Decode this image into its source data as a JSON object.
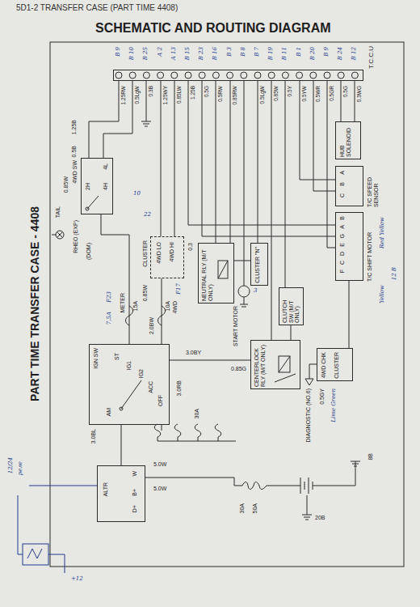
{
  "diagram": {
    "title": "SCHEMATIC AND ROUTING DIAGRAM",
    "nodes": [
      {
        "text": [
          "T.C.C.U"
        ]
      },
      {
        "text": [
          "4WD SW",
          "4L",
          "4H",
          "2H"
        ]
      },
      {
        "text": [
          "CLUSTER",
          "4WD LO",
          "4WD HI"
        ]
      },
      {
        "text": [
          "NEUTRAL RLY (M/T ONLY)"
        ]
      },
      {
        "text": [
          "CLUSTER \"N\""
        ]
      },
      {
        "text": [
          "HUB SOLENOID"
        ]
      },
      {
        "text": [
          "T/C SPEED SENSOR",
          "A",
          "B",
          "C"
        ]
      },
      {
        "text": [
          "T/C SHIFT MOTOR",
          "B",
          "A",
          "G",
          "E",
          "D",
          "C",
          "F"
        ]
      },
      {
        "text": [
          "CLUTCH SW (M/T ONLY)"
        ]
      },
      {
        "text": [
          "CENTERLOCK RLY (M/T ONLY)"
        ]
      },
      {
        "text": [
          "IGN SW",
          "ST",
          "IG1",
          "IG2",
          "ACC",
          "OFF",
          "AM"
        ]
      },
      {
        "text": [
          "4WD CHK",
          "CLUSTER"
        ]
      },
      {
        "text": [
          "ALTR",
          "W",
          "B+",
          "D+"
        ]
      }
    ],
    "edges": [
      {
        "from": 0,
        "to": 1,
        "arrow": "none"
      },
      {
        "from": 0,
        "to": 1,
        "arrow": "none"
      },
      {
        "from": 0,
        "to": 2,
        "arrow": "none"
      },
      {
        "from": 0,
        "to": 2,
        "arrow": "none"
      },
      {
        "from": 0,
        "to": 3,
        "arrow": "none"
      },
      {
        "from": 0,
        "to": 3,
        "arrow": "none"
      },
      {
        "from": 0,
        "to": 4,
        "arrow": "none"
      },
      {
        "from": 0,
        "to": 9,
        "arrow": "none"
      },
      {
        "from": 0,
        "to": 8,
        "arrow": "none"
      },
      {
        "from": 0,
        "to": 6,
        "arrow": "none"
      },
      {
        "from": 0,
        "to": 6,
        "arrow": "none"
      },
      {
        "from": 0,
        "to": 7,
        "arrow": "none"
      },
      {
        "from": 0,
        "to": 7,
        "arrow": "none"
      },
      {
        "from": 0,
        "to": 7,
        "arrow": "none"
      },
      {
        "from": 0,
        "to": 5,
        "arrow": "none"
      },
      {
        "from": 0,
        "to": 5,
        "arrow": "none"
      },
      {
        "from": 7,
        "to": 11,
        "arrow": "none"
      },
      {
        "from": 10,
        "to": 2,
        "arrow": "none"
      },
      {
        "from": 10,
        "to": 9,
        "arrow": "none"
      },
      {
        "from": 3,
        "to": 4,
        "arrow": "none"
      },
      {
        "from": 9,
        "to": 8,
        "arrow": "none"
      },
      {
        "from": 12,
        "to": 10,
        "arrow": "none"
      },
      {
        "from": 10,
        "to": 1,
        "arrow": "none"
      }
    ],
    "labels": [
      "5D1-2 TRANSFER CASE (PART TIME 4408)",
      "PART TIME TRANSFER CASE - 4408",
      "B 9",
      "B 10",
      "B 25",
      "A 2",
      "A 13",
      "B 15",
      "B 23",
      "B 16",
      "B 3",
      "B 8",
      "B 7",
      "B 19",
      "B 11",
      "B 1",
      "B 20",
      "B 9",
      "B 24",
      "B 12",
      "1.25RW",
      "0.5LgW",
      "0.3B",
      "1.25WY",
      "0.85LW",
      "1.25B",
      "0.5G",
      "0.5RW",
      "0.85RW",
      "0.5LgW",
      "0.85W",
      "0.5Y",
      "0.5YW",
      "0.5WR",
      "0.5GR",
      "0.5G",
      "0.3WG",
      "1.25B",
      "0.5B",
      "TAIL",
      "0.85W",
      "RHEO (EXP)",
      "(DOM)",
      "10",
      "22",
      "0.85W",
      "0.3",
      "START MOTOR",
      "3",
      "15A",
      "METER",
      "F23",
      "7,5A",
      "10A",
      "4WD",
      "F17",
      "2.0BW",
      "3.0BY",
      "3.0RB",
      "3.0BL",
      "0.85G",
      "DIAGNOSTIC (NO.6)",
      "0.5GY",
      "Lime Green",
      "Red Yellow",
      "Yellow",
      "12 В",
      "30A",
      "5.0W",
      "5.0W",
      "30A",
      "50A",
      "8B",
      "20B",
      "12/24",
      "реле",
      "+12"
    ]
  }
}
